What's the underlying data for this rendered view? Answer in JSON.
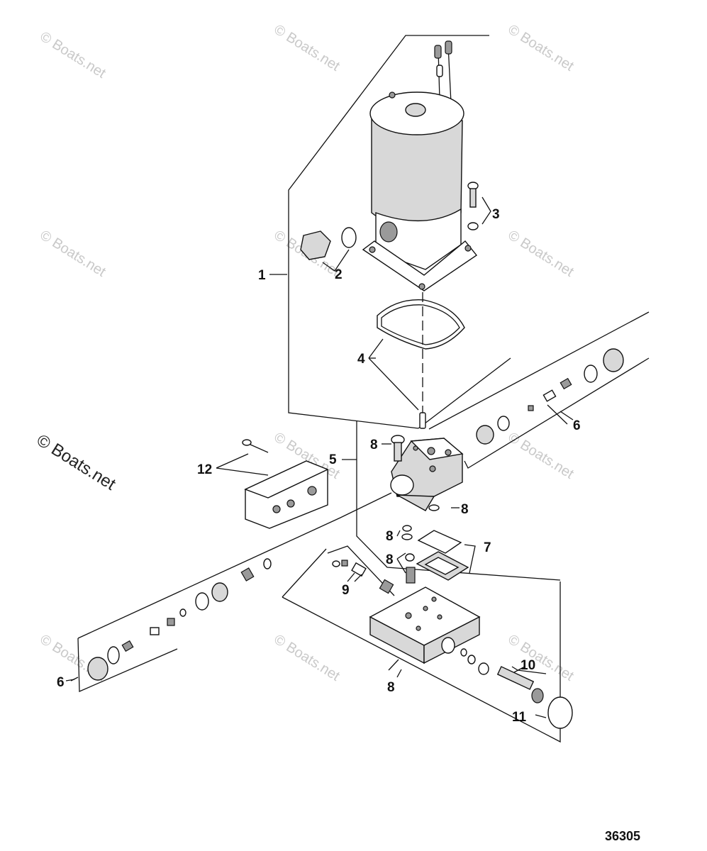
{
  "watermark": {
    "text": "© Boats.net"
  },
  "callouts": {
    "c1": "1",
    "c2": "2",
    "c3": "3",
    "c4": "4",
    "c5": "5",
    "c6a": "6",
    "c6b": "6",
    "c7": "7",
    "c8a": "8",
    "c8b": "8",
    "c8c": "8",
    "c8d": "8",
    "c8e": "8",
    "c9": "9",
    "c10": "10",
    "c11": "11",
    "c12": "12"
  },
  "figure_number": "36305"
}
